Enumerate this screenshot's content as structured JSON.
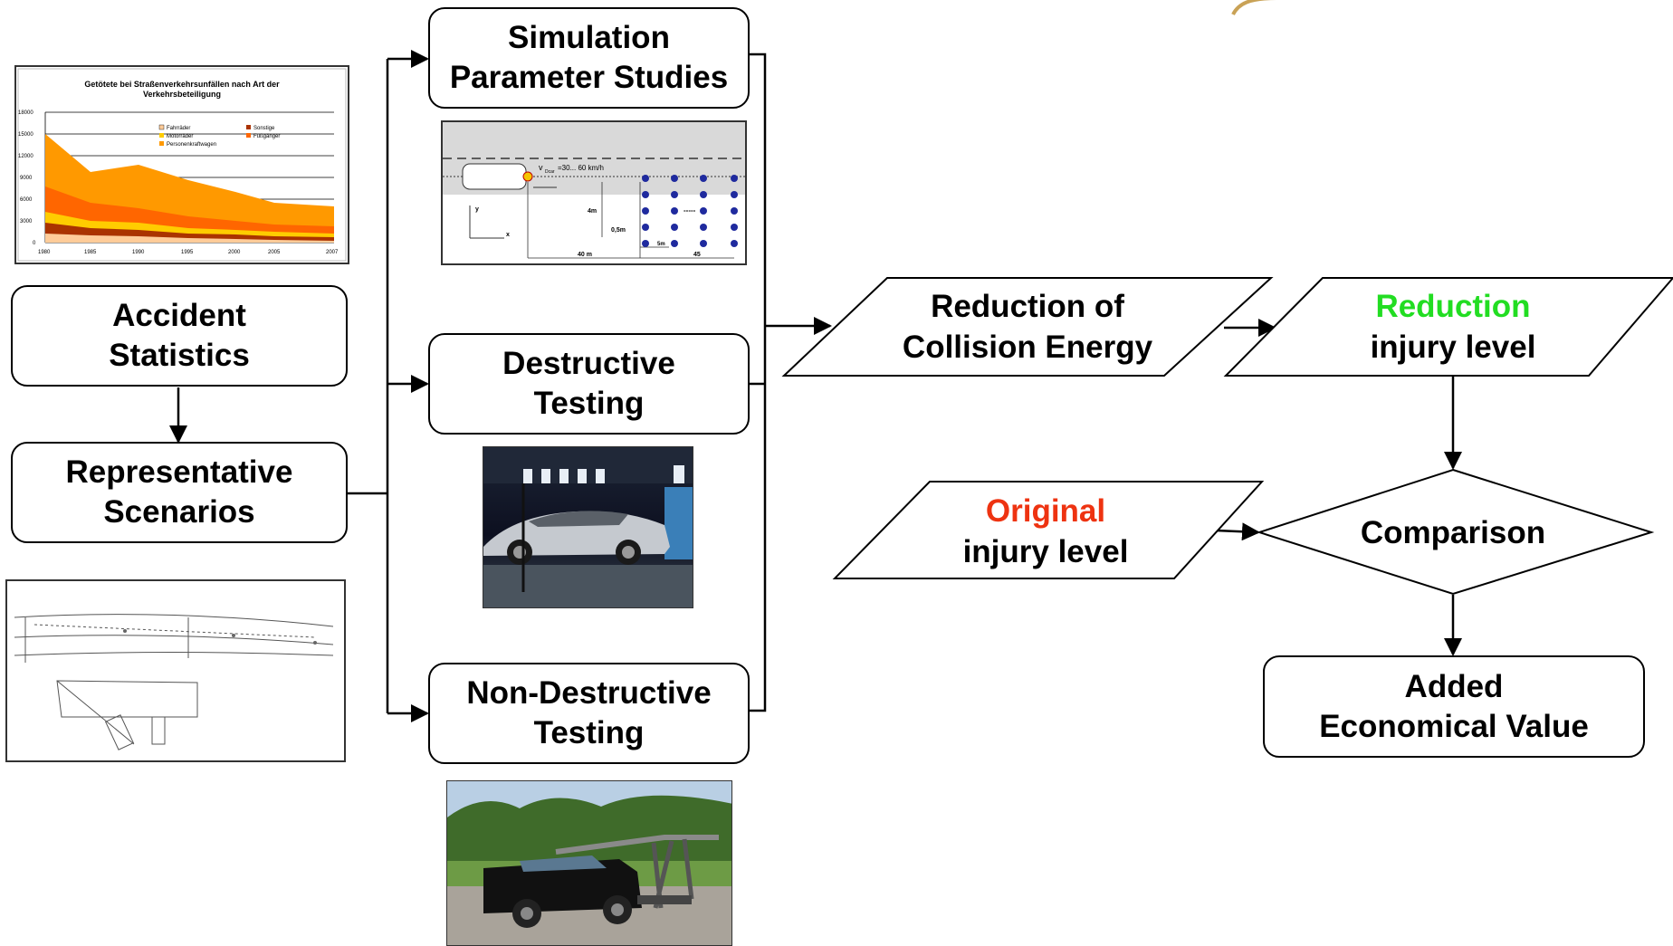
{
  "colors": {
    "reduction": "#22dd22",
    "original": "#ee3311"
  },
  "boxes": {
    "accident": {
      "line1": "Accident",
      "line2": "Statistics"
    },
    "representative": {
      "line1": "Representative",
      "line2": "Scenarios"
    },
    "simulation": {
      "line1": "Simulation",
      "line2": "Parameter Studies"
    },
    "destructive": {
      "line1": "Destructive",
      "line2": "Testing"
    },
    "non_destructive": {
      "line1": "Non-Destructive",
      "line2": "Testing"
    },
    "added": {
      "line1": "Added",
      "line2": "Economical Value"
    }
  },
  "parallelograms": {
    "collision": {
      "line1": "Reduction of",
      "line2": "Collision Energy"
    },
    "reduction": {
      "word": "Reduction",
      "rest": "injury level"
    },
    "original": {
      "word": "Original",
      "rest": "injury level"
    }
  },
  "diamond": {
    "label": "Comparison"
  },
  "accident_chart": {
    "title_line1": "Getötete bei Straßenverkehrsunfällen nach Art der",
    "title_line2": "Verkehrsbeteiligung",
    "y_ticks": [
      "18000",
      "15000",
      "12000",
      "9000",
      "6000",
      "3000",
      "0"
    ],
    "x_ticks": [
      "1980",
      "1985",
      "1990",
      "1995",
      "2000",
      "2005",
      "2007"
    ],
    "legend": [
      "Fahrräder",
      "Sonstige",
      "Motorräder",
      "Fußgänger",
      "Personenkraftwagen"
    ]
  },
  "sim_figure": {
    "speed": "=30... 60 km/h",
    "v_label": "v",
    "v_sub": "Dcar",
    "dim_4m": "4m",
    "dim_05m": "0,5m",
    "dim_5m": "5m",
    "dim_40m": "40 m",
    "dim_45": "45",
    "axis_y": "y",
    "axis_x": "x"
  }
}
